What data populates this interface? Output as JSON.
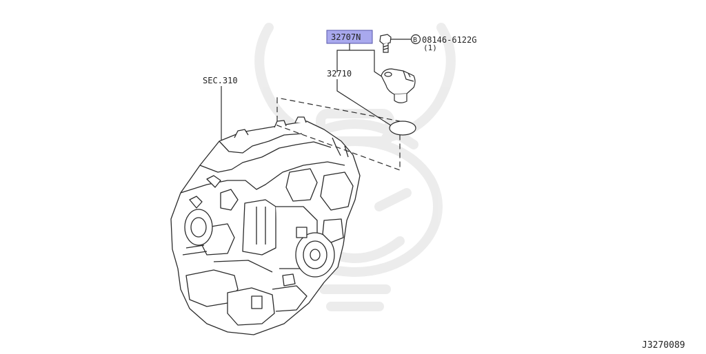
{
  "callouts": {
    "highlighted_part": "32707N",
    "washer_part": "32710",
    "bolt_part": "08146-6122G",
    "bolt_marker": "B",
    "bolt_qty": "(1)",
    "section_ref": "SEC.310"
  },
  "diagram_code": "J3270089",
  "colors": {
    "highlight": "#a9a9ee",
    "line": "#2a2a2a",
    "watermark": "#ececec"
  },
  "icons": {
    "transmission": "transmission-assembly-icon",
    "sensor": "speed-sensor-icon",
    "bolt": "bolt-icon",
    "o_ring": "o-ring-icon",
    "watermark": "samurai-helmet-watermark"
  }
}
